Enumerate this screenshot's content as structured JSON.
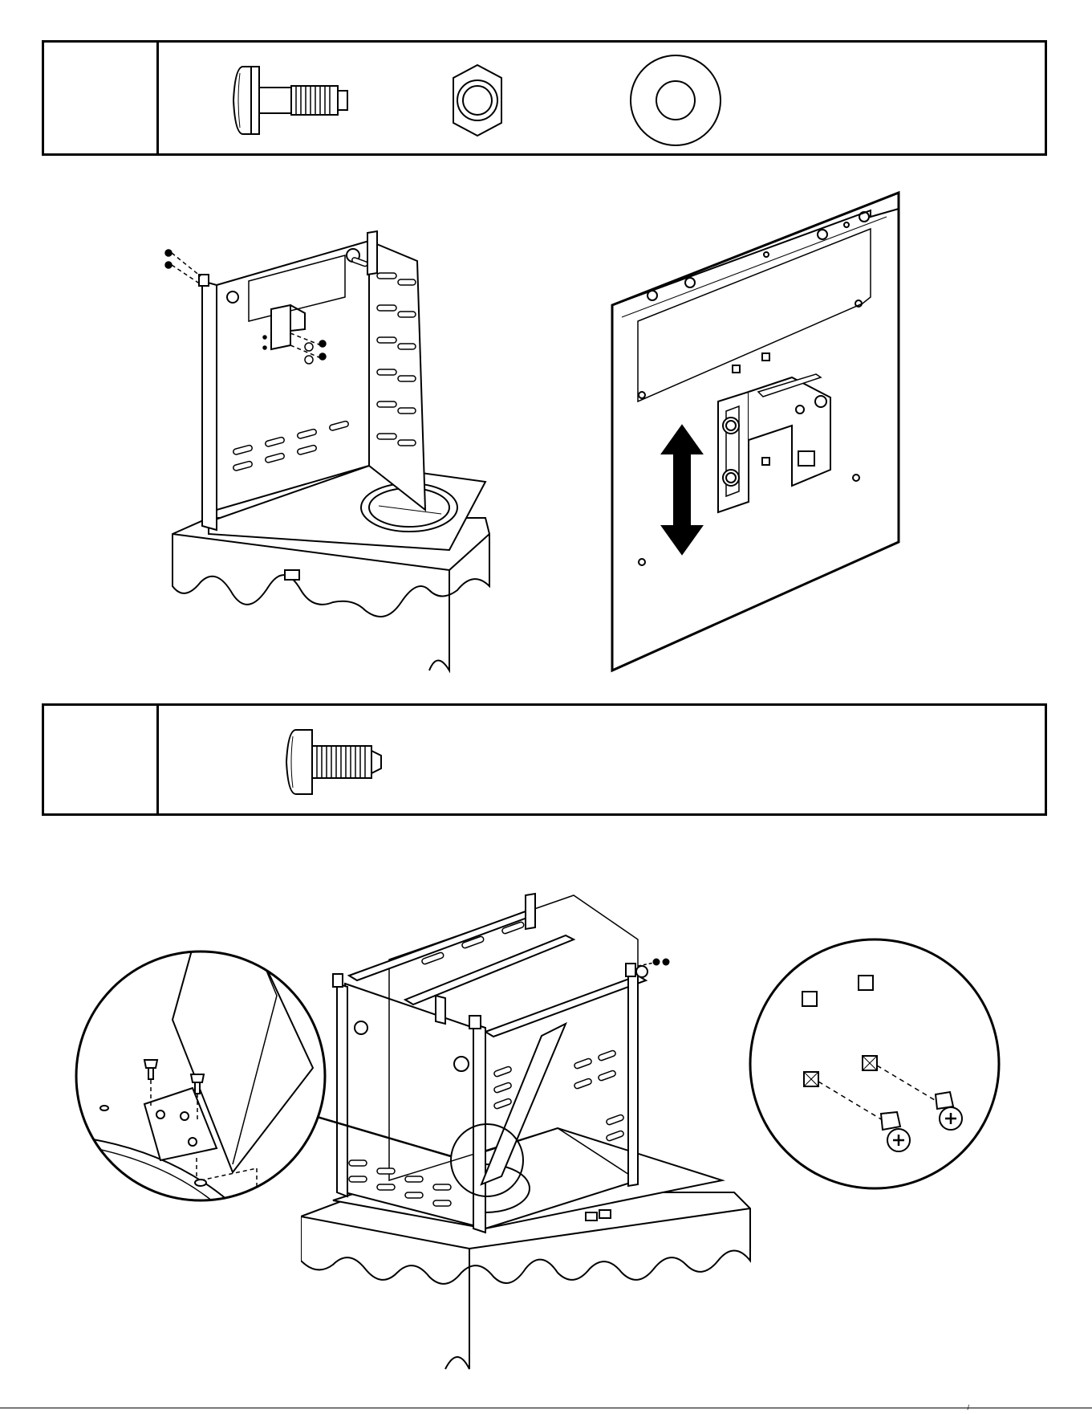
{
  "document": {
    "type": "assembly-instructions",
    "footer_mark": "· / ·"
  },
  "steps": [
    {
      "hardware_box": {
        "step_number": "",
        "items": [
          {
            "icon": "bolt-icon",
            "label": ""
          },
          {
            "icon": "hex-nut-icon",
            "label": ""
          },
          {
            "icon": "washer-icon",
            "label": ""
          }
        ]
      },
      "figures": [
        {
          "icon": "cart-frame-bracket-install",
          "description": ""
        },
        {
          "icon": "bracket-adjust-detail",
          "description": ""
        }
      ]
    },
    {
      "hardware_box": {
        "step_number": "",
        "items": [
          {
            "icon": "screw-icon",
            "label": ""
          }
        ]
      },
      "figures": [
        {
          "icon": "cart-frame-brace-install",
          "description": ""
        },
        {
          "icon": "brace-detail-left",
          "description": ""
        },
        {
          "icon": "screw-detail-right",
          "description": ""
        }
      ]
    }
  ],
  "colors": {
    "line": "#000000",
    "background": "#ffffff"
  }
}
